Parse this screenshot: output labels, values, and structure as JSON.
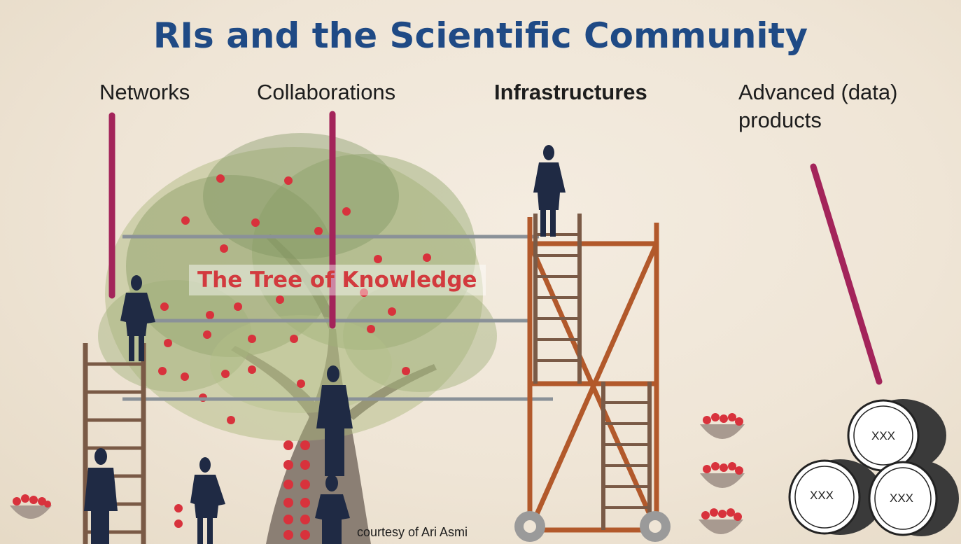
{
  "title": "RIs and the Scientific Community",
  "columns": {
    "networks": "Networks",
    "collaborations": "Collaborations",
    "infrastructures": "Infrastructures",
    "advanced": "Advanced (data) products"
  },
  "tree_label": "The Tree of Knowledge",
  "barrel_labels": [
    "XXX",
    "XXX",
    "XXX"
  ],
  "credit": "courtesy of Ari Asmi",
  "colors": {
    "title": "#1f4a85",
    "accent_pole": "#a3245a",
    "scaffold": "#b2592b",
    "ladder": "#7a5a46",
    "figure": "#1f2a44",
    "apple": "#d8323c",
    "rail": "#8a9198"
  }
}
